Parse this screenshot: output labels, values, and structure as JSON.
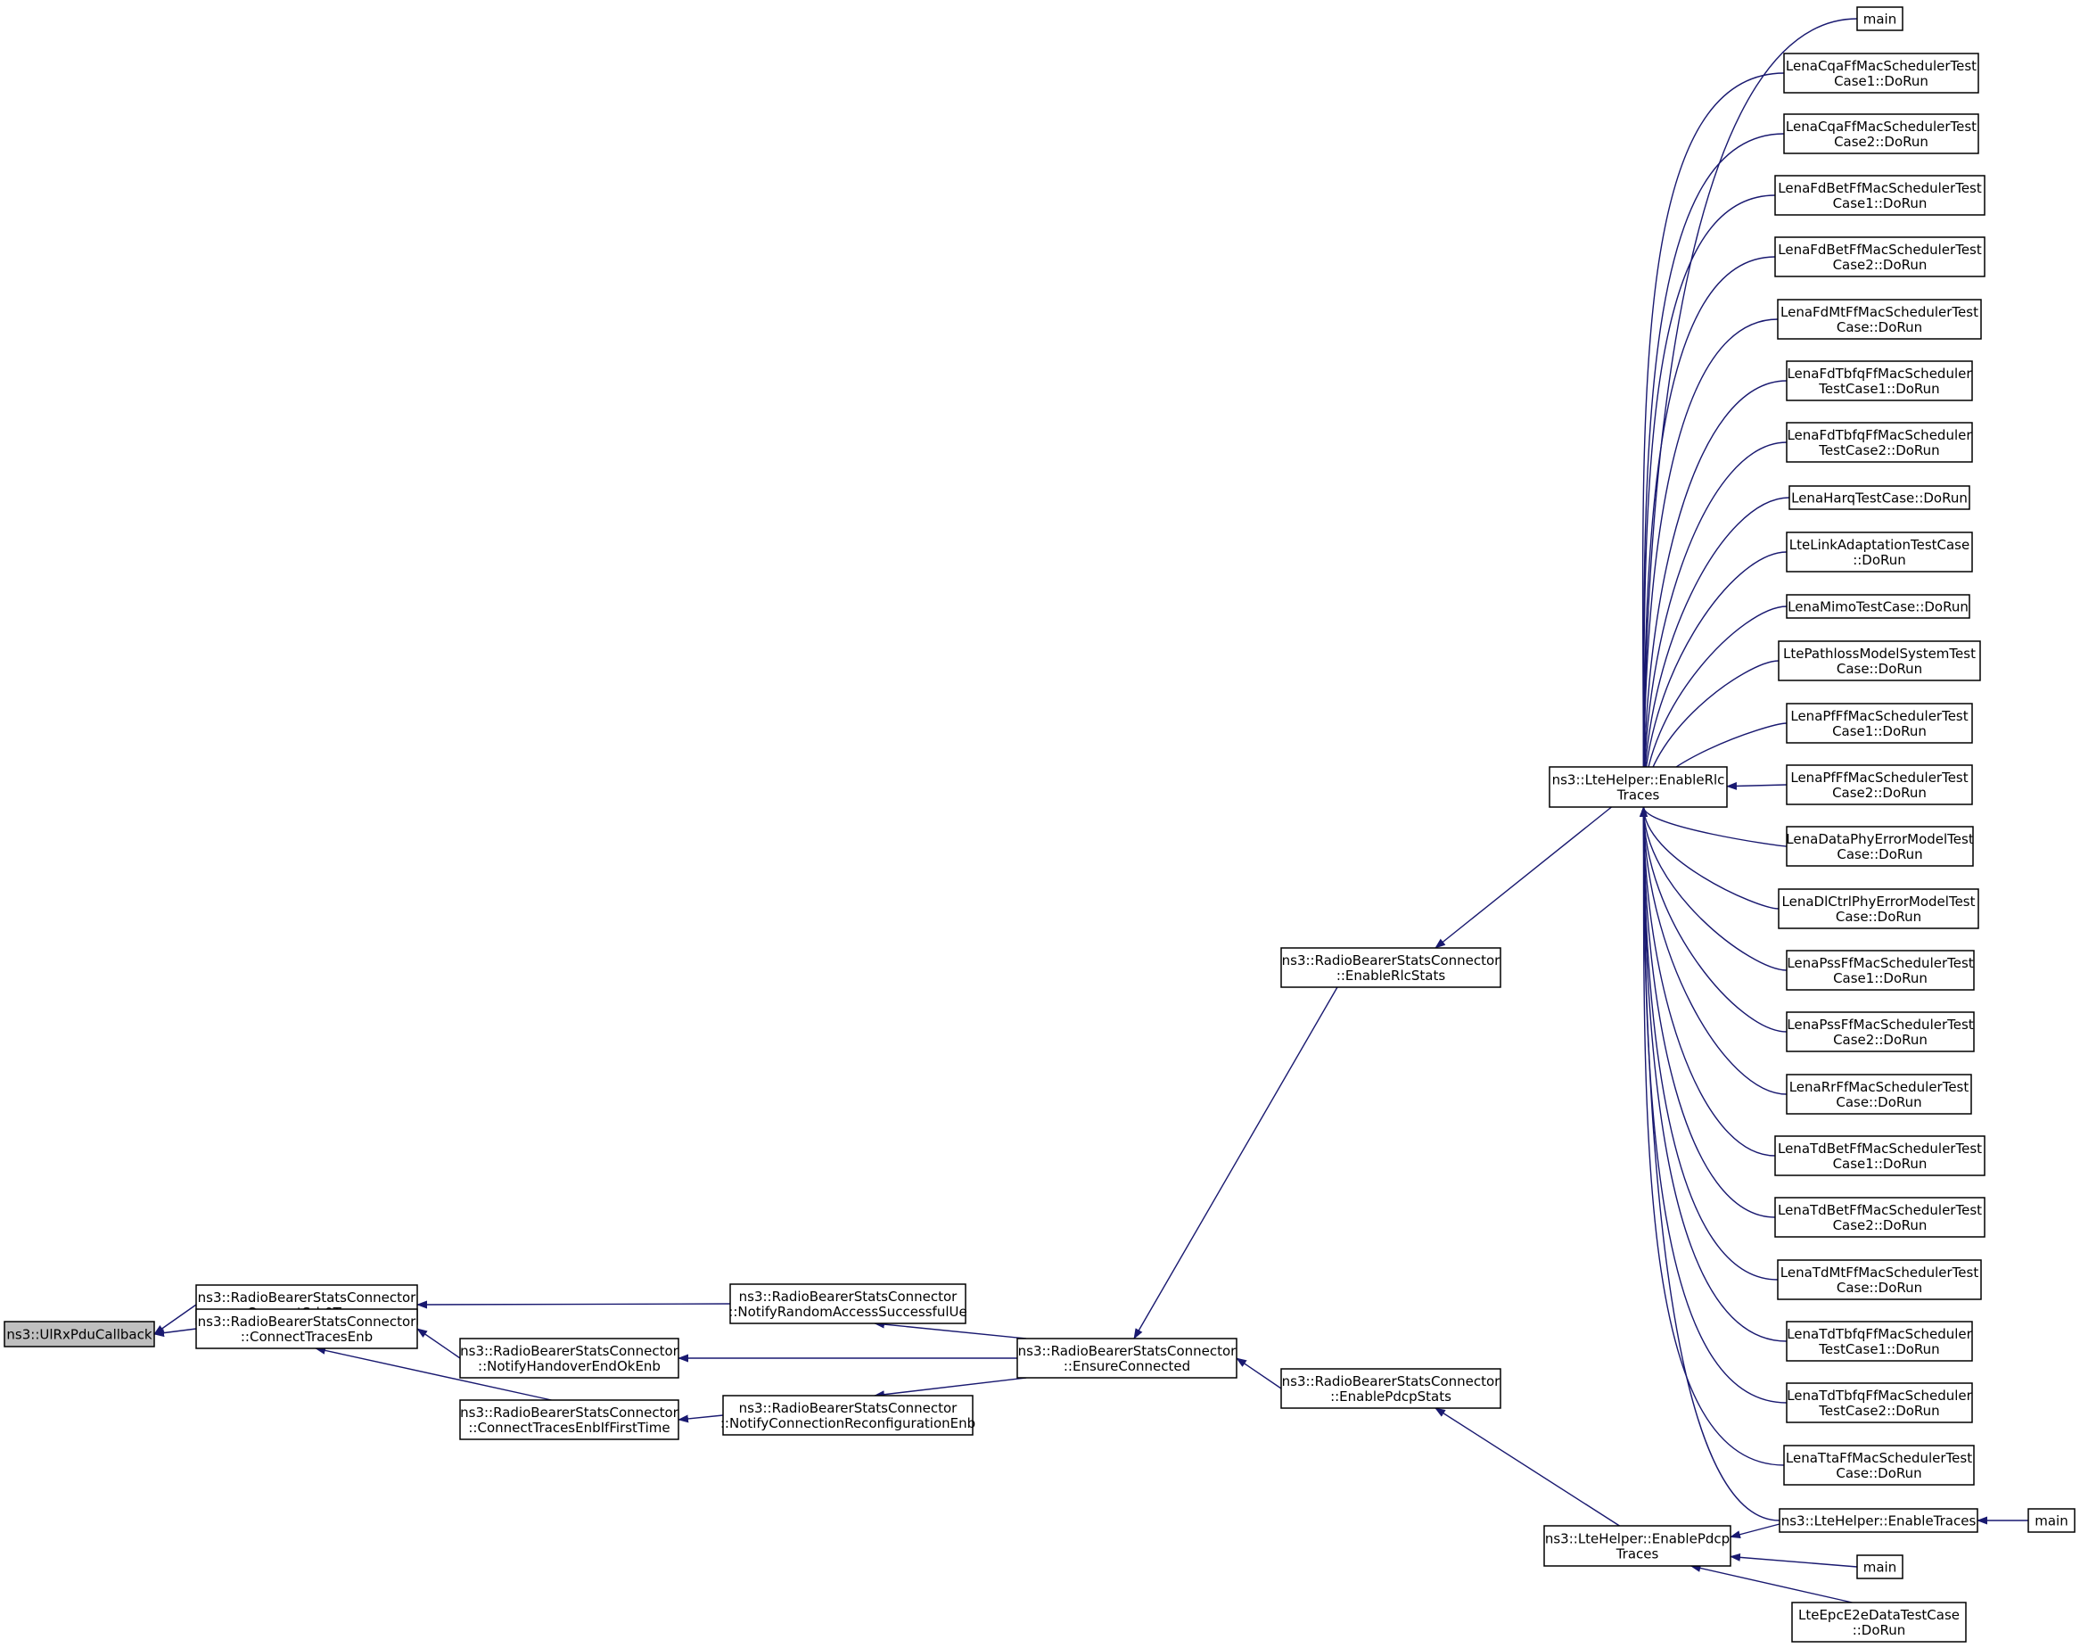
{
  "colors": {
    "edge": "#191970",
    "root_fill": "#bfbfbf",
    "node_fill": "#ffffff",
    "border": "#000000"
  },
  "nodes": {
    "ulrx": {
      "lines": [
        "ns3::UlRxPduCallback"
      ],
      "root": true
    },
    "srb0": {
      "lines": [
        "ns3::RadioBearerStatsConnector",
        "::ConnectSrb0Traces"
      ]
    },
    "tracesEnb": {
      "lines": [
        "ns3::RadioBearerStatsConnector",
        "::ConnectTracesEnb"
      ]
    },
    "hoEndOk": {
      "lines": [
        "ns3::RadioBearerStatsConnector",
        "::NotifyHandoverEndOkEnb"
      ]
    },
    "firstTime": {
      "lines": [
        "ns3::RadioBearerStatsConnector",
        "::ConnectTracesEnbIfFirstTime"
      ]
    },
    "randAccess": {
      "lines": [
        "ns3::RadioBearerStatsConnector",
        "::NotifyRandomAccessSuccessfulUe"
      ]
    },
    "connReconf": {
      "lines": [
        "ns3::RadioBearerStatsConnector",
        "::NotifyConnectionReconfigurationEnb"
      ]
    },
    "ensure": {
      "lines": [
        "ns3::RadioBearerStatsConnector",
        "::EnsureConnected"
      ]
    },
    "rlcStats": {
      "lines": [
        "ns3::RadioBearerStatsConnector",
        "::EnableRlcStats"
      ]
    },
    "pdcpStats": {
      "lines": [
        "ns3::RadioBearerStatsConnector",
        "::EnablePdcpStats"
      ]
    },
    "rlcTraces": {
      "lines": [
        "ns3::LteHelper::EnableRlc",
        "Traces"
      ]
    },
    "pdcpTraces": {
      "lines": [
        "ns3::LteHelper::EnablePdcp",
        "Traces"
      ]
    },
    "mainTop": {
      "lines": [
        "main"
      ]
    },
    "cqa1": {
      "lines": [
        "LenaCqaFfMacSchedulerTest",
        "Case1::DoRun"
      ]
    },
    "cqa2": {
      "lines": [
        "LenaCqaFfMacSchedulerTest",
        "Case2::DoRun"
      ]
    },
    "fdbet1": {
      "lines": [
        "LenaFdBetFfMacSchedulerTest",
        "Case1::DoRun"
      ]
    },
    "fdbet2": {
      "lines": [
        "LenaFdBetFfMacSchedulerTest",
        "Case2::DoRun"
      ]
    },
    "fdmt": {
      "lines": [
        "LenaFdMtFfMacSchedulerTest",
        "Case::DoRun"
      ]
    },
    "fdtbfq1": {
      "lines": [
        "LenaFdTbfqFfMacScheduler",
        "TestCase1::DoRun"
      ]
    },
    "fdtbfq2": {
      "lines": [
        "LenaFdTbfqFfMacScheduler",
        "TestCase2::DoRun"
      ]
    },
    "harq": {
      "lines": [
        "LenaHarqTestCase::DoRun"
      ]
    },
    "linkAdapt": {
      "lines": [
        "LteLinkAdaptationTestCase",
        "::DoRun"
      ]
    },
    "mimo": {
      "lines": [
        "LenaMimoTestCase::DoRun"
      ]
    },
    "pathloss": {
      "lines": [
        "LtePathlossModelSystemTest",
        "Case::DoRun"
      ]
    },
    "pf1": {
      "lines": [
        "LenaPfFfMacSchedulerTest",
        "Case1::DoRun"
      ]
    },
    "pf2": {
      "lines": [
        "LenaPfFfMacSchedulerTest",
        "Case2::DoRun"
      ]
    },
    "dataPhy": {
      "lines": [
        "LenaDataPhyErrorModelTest",
        "Case::DoRun"
      ]
    },
    "dlCtrl": {
      "lines": [
        "LenaDlCtrlPhyErrorModelTest",
        "Case::DoRun"
      ]
    },
    "pss1": {
      "lines": [
        "LenaPssFfMacSchedulerTest",
        "Case1::DoRun"
      ]
    },
    "pss2": {
      "lines": [
        "LenaPssFfMacSchedulerTest",
        "Case2::DoRun"
      ]
    },
    "rr": {
      "lines": [
        "LenaRrFfMacSchedulerTest",
        "Case::DoRun"
      ]
    },
    "tdbet1": {
      "lines": [
        "LenaTdBetFfMacSchedulerTest",
        "Case1::DoRun"
      ]
    },
    "tdbet2": {
      "lines": [
        "LenaTdBetFfMacSchedulerTest",
        "Case2::DoRun"
      ]
    },
    "tdmt": {
      "lines": [
        "LenaTdMtFfMacSchedulerTest",
        "Case::DoRun"
      ]
    },
    "tdtbfq1": {
      "lines": [
        "LenaTdTbfqFfMacScheduler",
        "TestCase1::DoRun"
      ]
    },
    "tdtbfq2": {
      "lines": [
        "LenaTdTbfqFfMacScheduler",
        "TestCase2::DoRun"
      ]
    },
    "tta": {
      "lines": [
        "LenaTtaFfMacSchedulerTest",
        "Case::DoRun"
      ]
    },
    "enableTraces": {
      "lines": [
        "ns3::LteHelper::EnableTraces"
      ]
    },
    "mainRight": {
      "lines": [
        "main"
      ]
    },
    "mainMid": {
      "lines": [
        "main"
      ]
    },
    "epcE2e": {
      "lines": [
        "LteEpcE2eDataTestCase",
        "::DoRun"
      ]
    }
  },
  "edges": [
    [
      "srb0",
      "ulrx"
    ],
    [
      "tracesEnb",
      "ulrx"
    ],
    [
      "randAccess",
      "srb0"
    ],
    [
      "hoEndOk",
      "tracesEnb"
    ],
    [
      "firstTime",
      "tracesEnb"
    ],
    [
      "connReconf",
      "firstTime"
    ],
    [
      "ensure",
      "randAccess"
    ],
    [
      "ensure",
      "hoEndOk"
    ],
    [
      "ensure",
      "connReconf"
    ],
    [
      "rlcStats",
      "ensure"
    ],
    [
      "pdcpStats",
      "ensure"
    ],
    [
      "rlcTraces",
      "rlcStats"
    ],
    [
      "pdcpTraces",
      "pdcpStats"
    ],
    [
      "mainTop",
      "rlcTraces"
    ],
    [
      "cqa1",
      "rlcTraces"
    ],
    [
      "cqa2",
      "rlcTraces"
    ],
    [
      "fdbet1",
      "rlcTraces"
    ],
    [
      "fdbet2",
      "rlcTraces"
    ],
    [
      "fdmt",
      "rlcTraces"
    ],
    [
      "fdtbfq1",
      "rlcTraces"
    ],
    [
      "fdtbfq2",
      "rlcTraces"
    ],
    [
      "harq",
      "rlcTraces"
    ],
    [
      "linkAdapt",
      "rlcTraces"
    ],
    [
      "mimo",
      "rlcTraces"
    ],
    [
      "pathloss",
      "rlcTraces"
    ],
    [
      "pf1",
      "rlcTraces"
    ],
    [
      "pf2",
      "rlcTraces"
    ],
    [
      "dataPhy",
      "rlcTraces"
    ],
    [
      "dlCtrl",
      "rlcTraces"
    ],
    [
      "pss1",
      "rlcTraces"
    ],
    [
      "pss2",
      "rlcTraces"
    ],
    [
      "rr",
      "rlcTraces"
    ],
    [
      "tdbet1",
      "rlcTraces"
    ],
    [
      "tdbet2",
      "rlcTraces"
    ],
    [
      "tdmt",
      "rlcTraces"
    ],
    [
      "tdtbfq1",
      "rlcTraces"
    ],
    [
      "tdtbfq2",
      "rlcTraces"
    ],
    [
      "tta",
      "rlcTraces"
    ],
    [
      "enableTraces",
      "rlcTraces"
    ],
    [
      "enableTraces",
      "pdcpTraces"
    ],
    [
      "mainMid",
      "pdcpTraces"
    ],
    [
      "epcE2e",
      "pdcpTraces"
    ],
    [
      "mainRight",
      "enableTraces"
    ]
  ]
}
